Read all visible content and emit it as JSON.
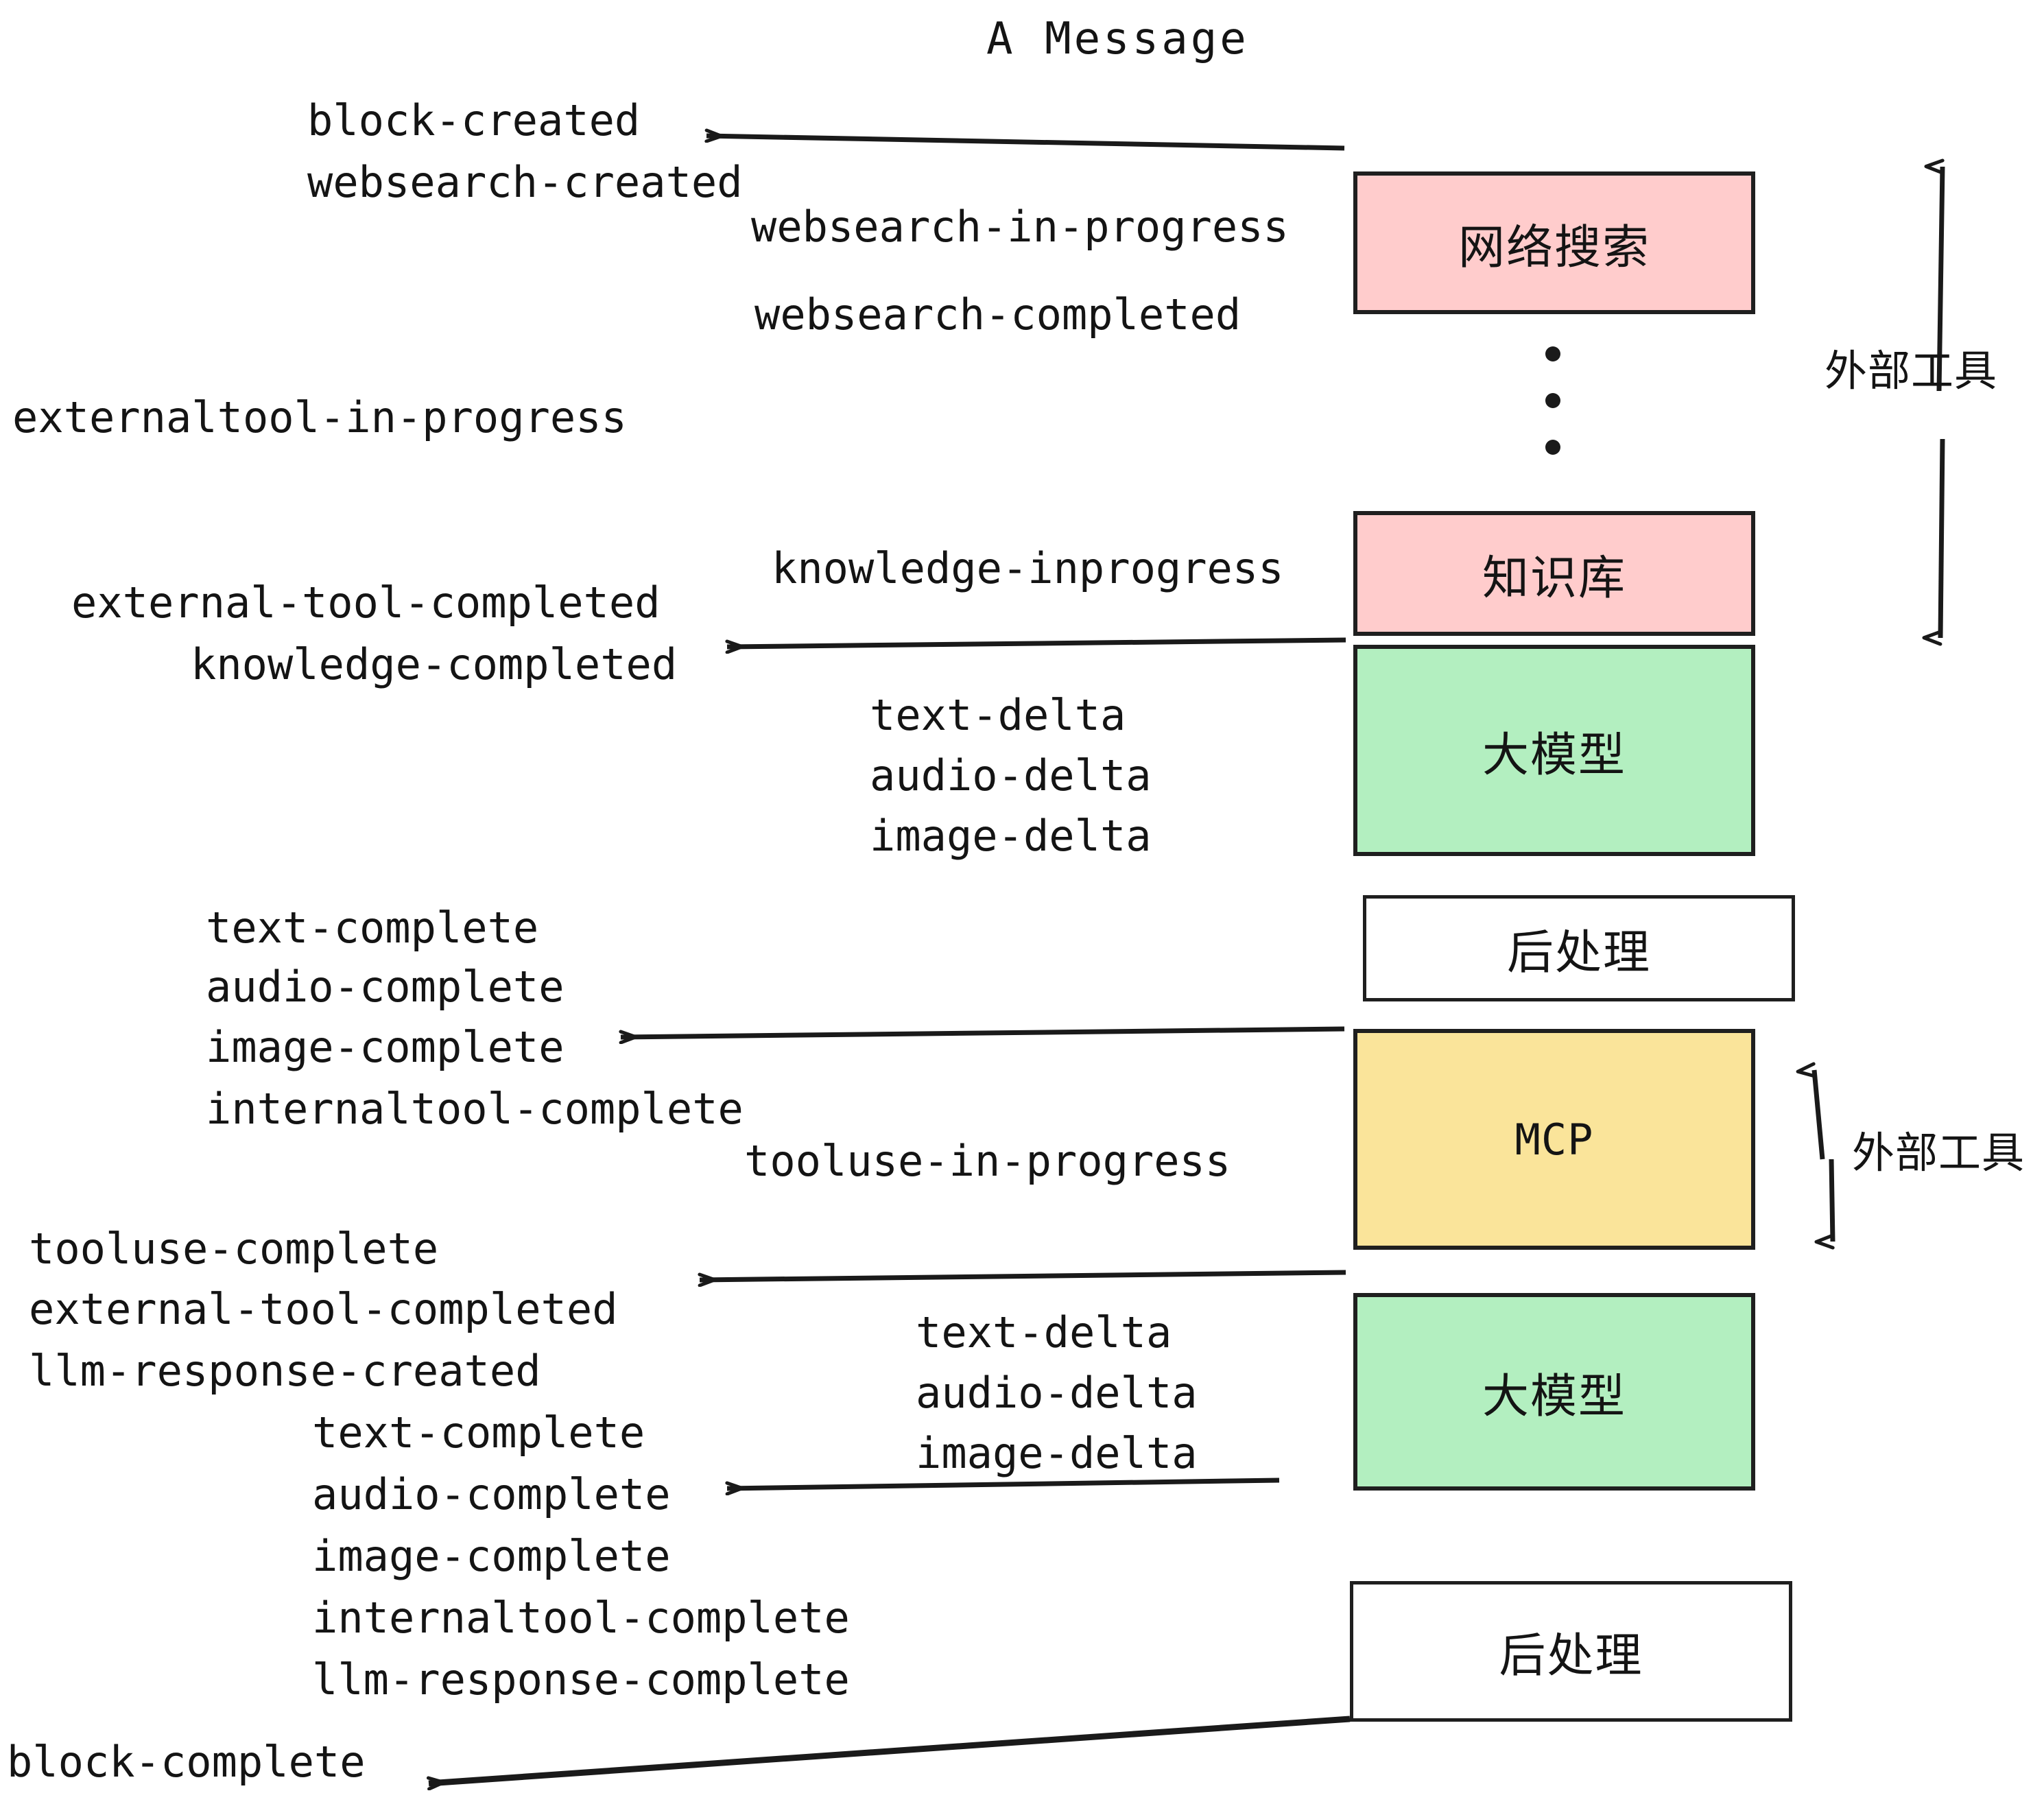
{
  "diagram": {
    "title": "A Message",
    "colors": {
      "pink": "#FFCCCC",
      "green": "#B3EFC0",
      "yellow": "#FAE49A",
      "white": "#FFFFFF",
      "stroke": "#1F1F1F",
      "text": "#141414"
    },
    "nodes": [
      {
        "id": "websearch",
        "label": "网络搜索",
        "fill": "#FFCCCC"
      },
      {
        "id": "knowledge",
        "label": "知识库",
        "fill": "#FFCCCC"
      },
      {
        "id": "llm-1",
        "label": "大模型",
        "fill": "#B3EFC0"
      },
      {
        "id": "postprocess-1",
        "label": "后处理",
        "fill": "#FFFFFF"
      },
      {
        "id": "mcp",
        "label": "MCP",
        "fill": "#FAE49A"
      },
      {
        "id": "llm-2",
        "label": "大模型",
        "fill": "#B3EFC0"
      },
      {
        "id": "postprocess-2",
        "label": "后处理",
        "fill": "#FFFFFF"
      }
    ],
    "side_labels": [
      {
        "id": "external-tool-top",
        "text": "外部工具"
      },
      {
        "id": "external-tool-bottom",
        "text": "外部工具"
      }
    ],
    "events": [
      {
        "id": "block-created",
        "text": "block-created"
      },
      {
        "id": "websearch-created",
        "text": "websearch-created"
      },
      {
        "id": "websearch-in-progress",
        "text": "websearch-in-progress"
      },
      {
        "id": "websearch-completed",
        "text": "websearch-completed"
      },
      {
        "id": "externaltool-in-progress",
        "text": "externaltool-in-progress"
      },
      {
        "id": "knowledge-inprogress",
        "text": "knowledge-inprogress"
      },
      {
        "id": "external-tool-completed-1",
        "text": "external-tool-completed"
      },
      {
        "id": "knowledge-completed",
        "text": "knowledge-completed"
      },
      {
        "id": "text-delta-1",
        "text": "text-delta"
      },
      {
        "id": "audio-delta-1",
        "text": "audio-delta"
      },
      {
        "id": "image-delta-1",
        "text": "image-delta"
      },
      {
        "id": "text-complete-1",
        "text": "text-complete"
      },
      {
        "id": "audio-complete-1",
        "text": "audio-complete"
      },
      {
        "id": "image-complete-1",
        "text": "image-complete"
      },
      {
        "id": "internaltool-complete-1",
        "text": "internaltool-complete"
      },
      {
        "id": "tooluse-in-progress",
        "text": "tooluse-in-progress"
      },
      {
        "id": "tooluse-complete",
        "text": "tooluse-complete"
      },
      {
        "id": "external-tool-completed-2",
        "text": "external-tool-completed"
      },
      {
        "id": "llm-response-created",
        "text": "llm-response-created"
      },
      {
        "id": "text-delta-2",
        "text": "text-delta"
      },
      {
        "id": "audio-delta-2",
        "text": "audio-delta"
      },
      {
        "id": "image-delta-2",
        "text": "image-delta"
      },
      {
        "id": "text-complete-2",
        "text": "text-complete"
      },
      {
        "id": "audio-complete-2",
        "text": "audio-complete"
      },
      {
        "id": "image-complete-2",
        "text": "image-complete"
      },
      {
        "id": "internaltool-complete-2",
        "text": "internaltool-complete"
      },
      {
        "id": "llm-response-complete",
        "text": "llm-response-complete"
      },
      {
        "id": "block-complete",
        "text": "block-complete"
      }
    ]
  }
}
